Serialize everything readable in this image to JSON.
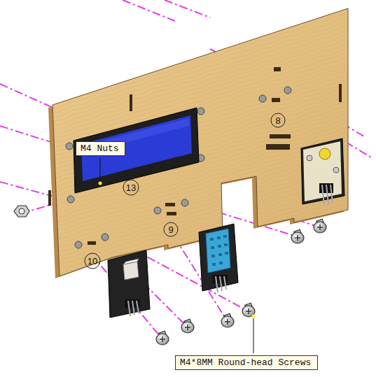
{
  "diagram": {
    "nodes": [
      {
        "text": [
          "M4 Nuts"
        ]
      },
      {
        "text": [
          "M4*8MM Round-head Screws"
        ]
      }
    ],
    "labels": [
      "13",
      "8",
      "9",
      "10"
    ]
  }
}
